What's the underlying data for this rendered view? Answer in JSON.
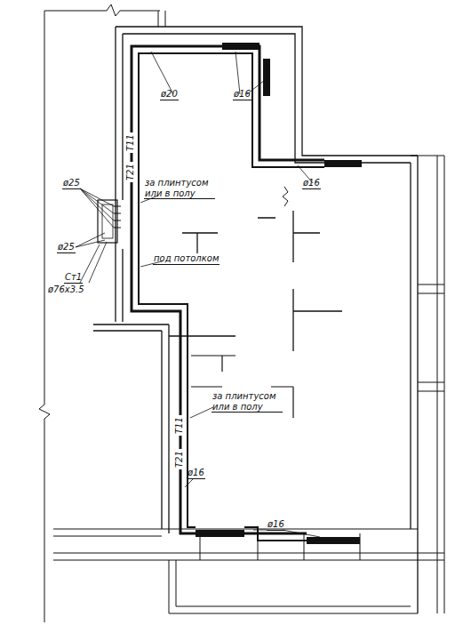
{
  "diagram": {
    "labels": [
      "ø25",
      "ø20",
      "ø16",
      "ø16",
      "за плинтусом или в полу",
      "ø25",
      "Ст1",
      "ø76x3.5",
      "под потолком",
      "Т11",
      "Т21",
      "за плинтусом или в полу",
      "Т11",
      "Т21",
      "ø16",
      "ø16"
    ]
  }
}
